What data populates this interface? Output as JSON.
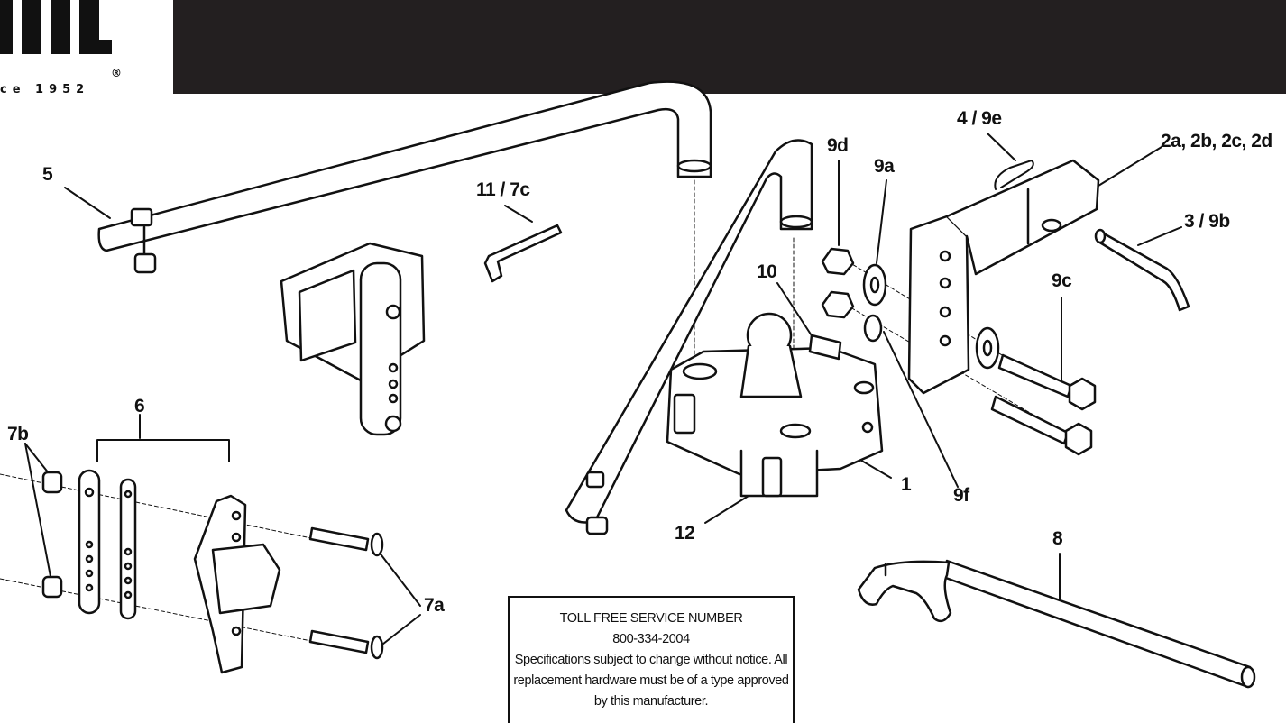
{
  "brand": {
    "tagline": "ce 1952",
    "registered_mark": "®"
  },
  "callouts": {
    "c5": "5",
    "c11_7c": "11 / 7c",
    "c9d": "9d",
    "c9a": "9a",
    "c4_9e": "4 / 9e",
    "c2": "2a, 2b, 2c, 2d",
    "c3_9b": "3 / 9b",
    "c10": "10",
    "c9c": "9c",
    "c6": "6",
    "c7b": "7b",
    "c1": "1",
    "c9f": "9f",
    "c12": "12",
    "c8": "8",
    "c7a": "7a"
  },
  "notice": {
    "title": "TOLL FREE SERVICE NUMBER",
    "phone": "800-334-2004",
    "line1": "Specifications subject to change without notice. All",
    "line2": "replacement hardware must be of a type approved",
    "line3": "by this manufacturer."
  }
}
